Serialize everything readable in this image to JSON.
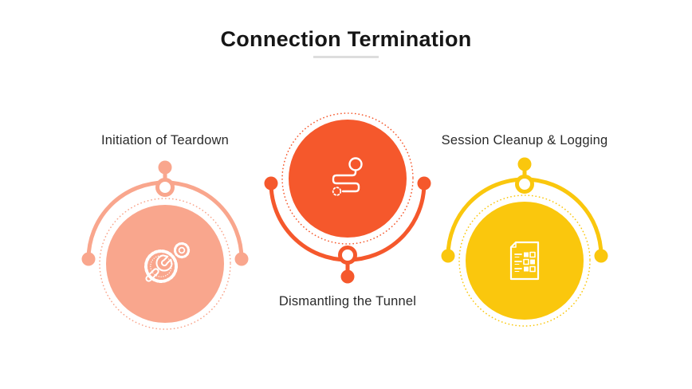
{
  "title": "Connection Termination",
  "theme": {
    "salmon": "#F9A68D",
    "orange": "#F5582C",
    "yellow": "#FAC70D",
    "divider": "#DDDDDD",
    "heading": "#161616",
    "label": "#2A2A2A",
    "background": "#FFFFFF"
  },
  "nodes": [
    {
      "label": "Initiation of Teardown",
      "icon": "wrench-and-gears",
      "color": "salmon",
      "label_position": "above"
    },
    {
      "label": "Dismantling the Tunnel",
      "icon": "route-path",
      "color": "orange",
      "label_position": "below"
    },
    {
      "label": "Session Cleanup & Logging",
      "icon": "checklist-document",
      "color": "yellow",
      "label_position": "above"
    }
  ]
}
